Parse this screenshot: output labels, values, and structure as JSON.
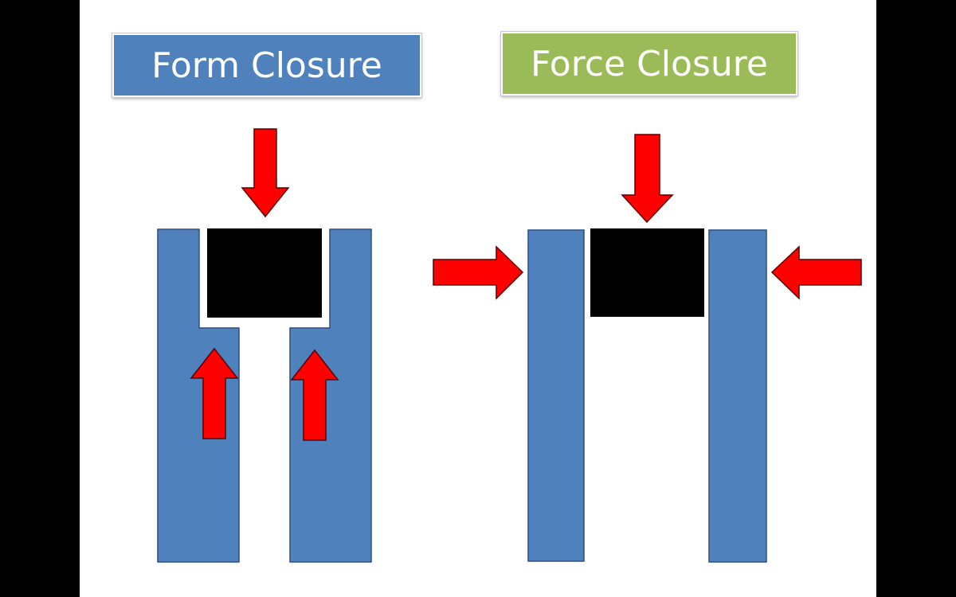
{
  "titles": {
    "form_closure": "Form Closure",
    "force_closure": "Force Closure"
  },
  "colors": {
    "form_title_bg": "#4f81bd",
    "force_title_bg": "#9bbb59",
    "finger": "#4f81bd",
    "finger_stroke": "#2f4f7f",
    "object": "#000000",
    "arrow": "#ff0000",
    "background": "#ffffff",
    "letterbox": "#000000"
  },
  "icons": {
    "arrow": "red-block-arrow"
  }
}
